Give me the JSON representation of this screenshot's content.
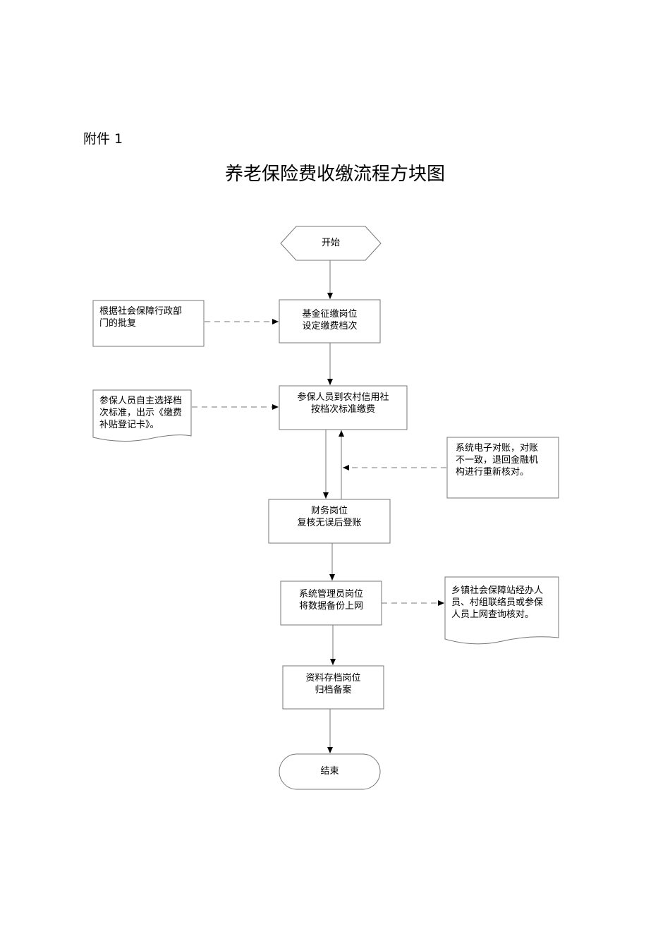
{
  "attachment_label": "附件 1",
  "title": "养老保险费收缴流程方块图",
  "nodes": {
    "start": "开始",
    "step1": [
      "基金征缴岗位",
      "设定缴费档次"
    ],
    "step2": [
      "参保人员到农村信用社",
      "按档次标准缴费"
    ],
    "step3": [
      "财务岗位",
      "复核无误后登账"
    ],
    "step4": [
      "系统管理员岗位",
      "将数据备份上网"
    ],
    "step5": [
      "资料存档岗位",
      "归档备案"
    ],
    "end": "结束"
  },
  "notes": {
    "approval": [
      "根据社会保障行政部",
      "门的批复"
    ],
    "choose": [
      "参保人员自主选择档",
      "次标准，出示《缴费",
      "补贴登记卡》。"
    ],
    "reconcile": [
      "系统电子对账，对账",
      "不一致，退回金融机",
      "构进行重新核对。"
    ],
    "query": [
      "乡镇社会保障站经办人",
      "员、村组联络员或参保",
      "人员上网查询核对。"
    ]
  }
}
